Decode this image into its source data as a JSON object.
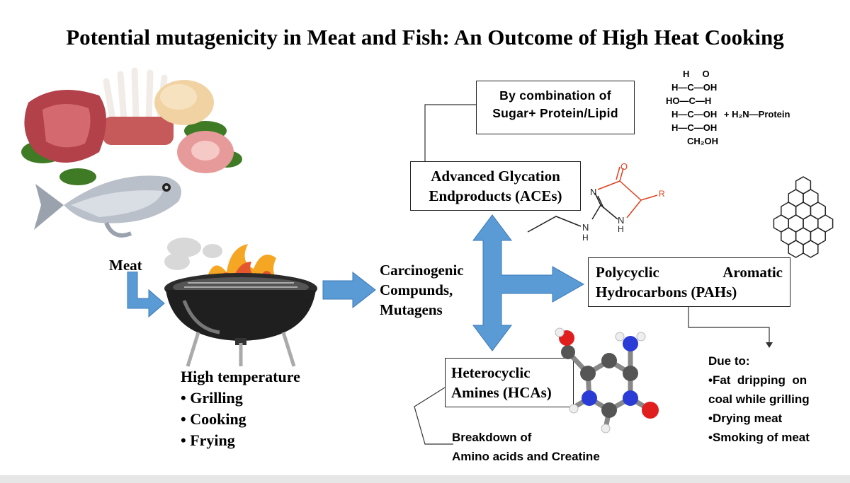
{
  "title": "Potential mutagenicity in Meat and Fish: An Outcome of High Heat Cooking",
  "meat_label": "Meat",
  "high_temp": {
    "heading": "High temperature",
    "items": [
      "Grilling",
      "Cooking",
      "Frying"
    ]
  },
  "carcinogenic": {
    "line1": "Carcinogenic",
    "line2": "Compunds,",
    "line3": "Mutagens"
  },
  "ages": {
    "line1": "Advanced Glycation",
    "line2": "Endproducts (ACEs)"
  },
  "combination": {
    "line1": "By combination of",
    "line2": "Sugar+ Protein/Lipid"
  },
  "pahs": {
    "word1": "Polycyclic",
    "word2": "Aromatic",
    "line2": "Hydrocarbons (PAHs)"
  },
  "hcas": {
    "line1": "Heterocyclic",
    "line2": "Amines (HCAs)"
  },
  "breakdown": {
    "line1": "Breakdown of",
    "line2": "Amino acids and Creatine"
  },
  "due_to": {
    "heading": "Due to:",
    "items": [
      "•Fat  dripping  on",
      "coal while grilling",
      "•Drying meat",
      "•Smoking of meat"
    ]
  },
  "sugar_structure": {
    "top": "H",
    "o": "O",
    "rows": [
      "H—C—OH",
      "HO—C—H",
      "H—C—OH",
      "H—C—OH",
      "CH₂OH"
    ],
    "amine": "+ H₂N—Protein"
  },
  "ring_labels": {
    "n1": "N",
    "n2": "N",
    "h": "H",
    "n3": "N",
    "h2": "H",
    "o": "O",
    "r": "R"
  },
  "colors": {
    "arrow": "#5b9bd5",
    "arrow_dark": "#3a78b8",
    "ring_red": "#e0401e",
    "flame": "#f39c12"
  }
}
